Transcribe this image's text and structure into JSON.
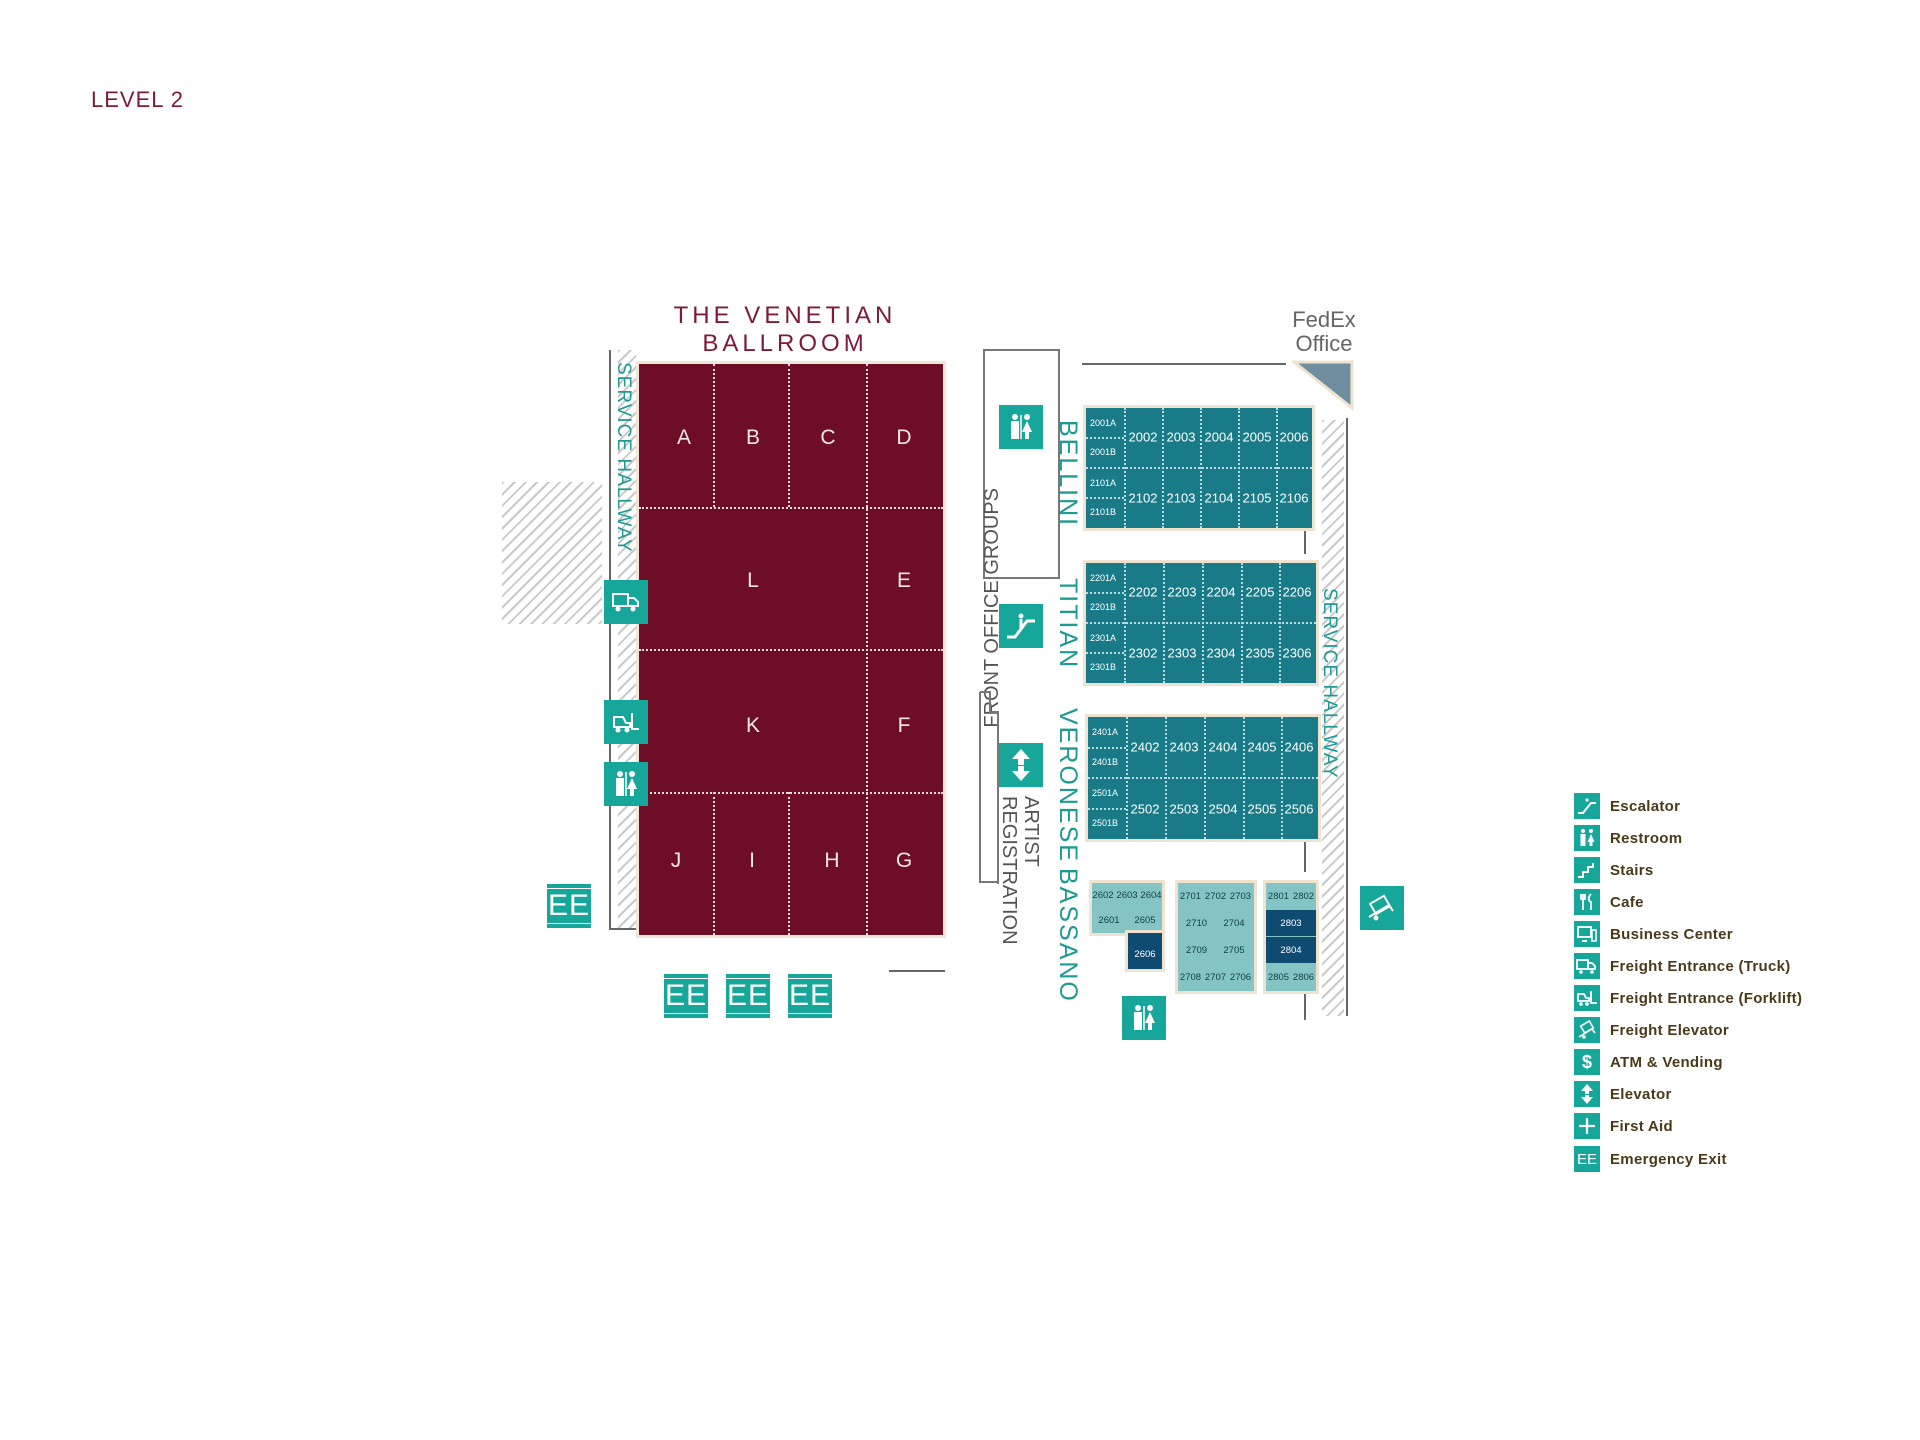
{
  "level_title": "LEVEL 2",
  "ballroom": {
    "title_line1": "THE VENETIAN",
    "title_line2": "BALLROOM",
    "sections": [
      "A",
      "B",
      "C",
      "D",
      "L",
      "E",
      "K",
      "F",
      "J",
      "I",
      "H",
      "G"
    ]
  },
  "labels": {
    "service_hallway_left": "SERVICE HALLWAY",
    "service_hallway_right": "SERVICE HALLWAY",
    "front_office_groups": "FRONT OFFICE GROUPS",
    "artist_registration": "ARTIST REGISTRATION",
    "fedex_line1": "FedEx",
    "fedex_line2": "Office"
  },
  "ee_label": "EE",
  "room_groups": [
    {
      "name": "BELLINI",
      "small": [
        "2001A",
        "2001B",
        "2101A",
        "2101B"
      ],
      "top": [
        "2002",
        "2003",
        "2004",
        "2005",
        "2006"
      ],
      "bottom": [
        "2102",
        "2103",
        "2104",
        "2105",
        "2106"
      ]
    },
    {
      "name": "TITIAN",
      "small": [
        "2201A",
        "2201B",
        "2301A",
        "2301B"
      ],
      "top": [
        "2202",
        "2203",
        "2204",
        "2205",
        "2206"
      ],
      "bottom": [
        "2302",
        "2303",
        "2304",
        "2305",
        "2306"
      ]
    },
    {
      "name": "VERONESE",
      "small": [
        "2401A",
        "2401B",
        "2501A",
        "2501B"
      ],
      "top": [
        "2402",
        "2403",
        "2404",
        "2405",
        "2406"
      ],
      "bottom": [
        "2502",
        "2503",
        "2504",
        "2505",
        "2506"
      ]
    }
  ],
  "bassano": {
    "name": "BASSANO",
    "block1": [
      "2602",
      "2603",
      "2604",
      "2601",
      "2605",
      "2606"
    ],
    "block2": [
      "2701",
      "2702",
      "2703",
      "2710",
      "2704",
      "2709",
      "2705",
      "2708",
      "2707",
      "2706"
    ],
    "block3": [
      "2801",
      "2802",
      "2803",
      "2804",
      "2805",
      "2806"
    ]
  },
  "legend": [
    {
      "icon": "escalator-icon",
      "label": "Escalator"
    },
    {
      "icon": "restroom-icon",
      "label": "Restroom"
    },
    {
      "icon": "stairs-icon",
      "label": "Stairs"
    },
    {
      "icon": "cafe-icon",
      "label": "Cafe"
    },
    {
      "icon": "business-center-icon",
      "label": "Business Center"
    },
    {
      "icon": "freight-truck-icon",
      "label": "Freight Entrance (Truck)"
    },
    {
      "icon": "forklift-icon",
      "label": "Freight Entrance (Forklift)"
    },
    {
      "icon": "freight-elevator-icon",
      "label": "Freight Elevator"
    },
    {
      "icon": "atm-icon",
      "label": "ATM & Vending"
    },
    {
      "icon": "elevator-icon",
      "label": "Elevator"
    },
    {
      "icon": "first-aid-icon",
      "label": "First Aid"
    },
    {
      "icon": "emergency-exit-icon",
      "label": "Emergency Exit"
    }
  ],
  "colors": {
    "ballroom": "#6d0e26",
    "rooms": "#187b87",
    "bassano_light": "#84c4c4",
    "bassano_dark": "#0f4a70",
    "icon_teal": "#17a69a",
    "title_maroon": "#7d1a35"
  }
}
